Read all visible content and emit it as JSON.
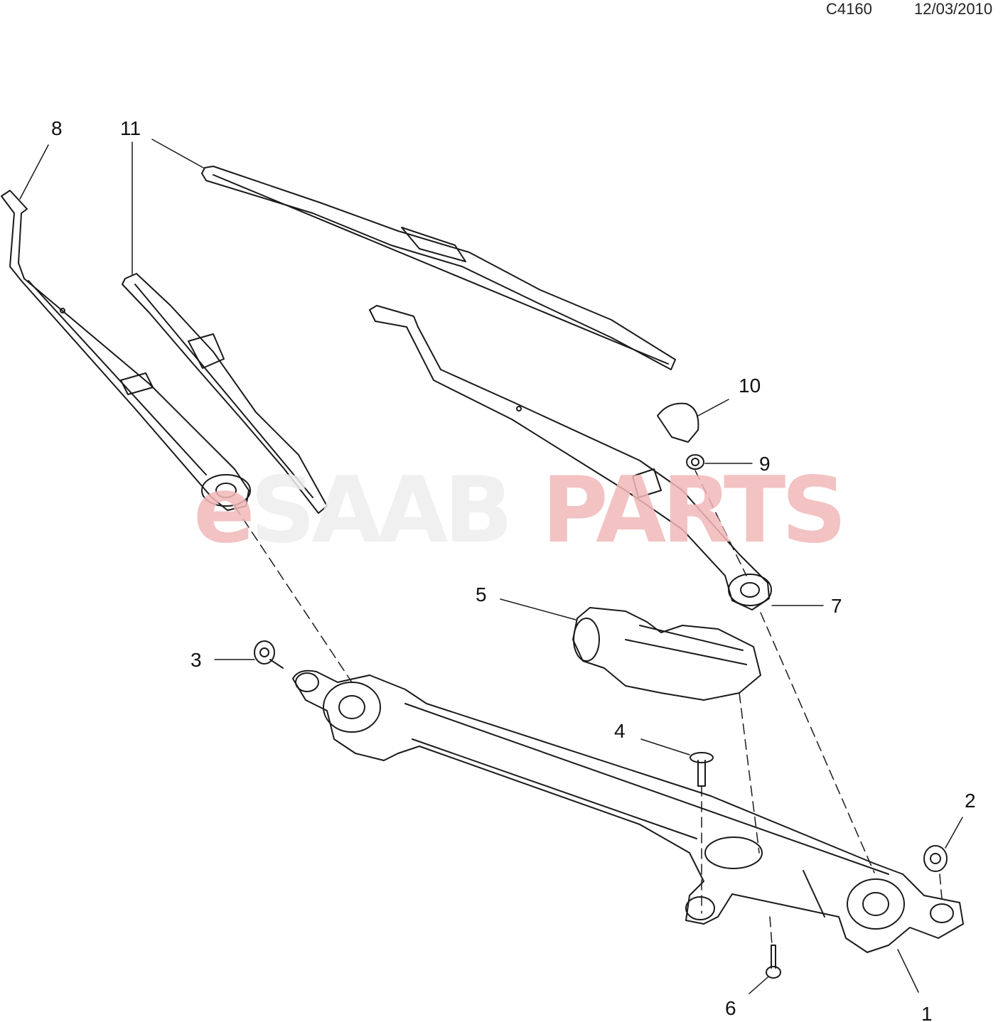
{
  "header": {
    "diagram_code": "C4160",
    "date": "12/03/2010"
  },
  "watermark": {
    "prefix": "e",
    "brand": "SAAB",
    "suffix": "PARTS",
    "colors": {
      "red": "#f2b8b8",
      "grey": "#eeeeee"
    }
  },
  "callouts": [
    "1",
    "2",
    "3",
    "4",
    "5",
    "6",
    "7",
    "8",
    "9",
    "10",
    "11"
  ],
  "colors": {
    "line": "#1a1a1a",
    "background": "#ffffff"
  }
}
